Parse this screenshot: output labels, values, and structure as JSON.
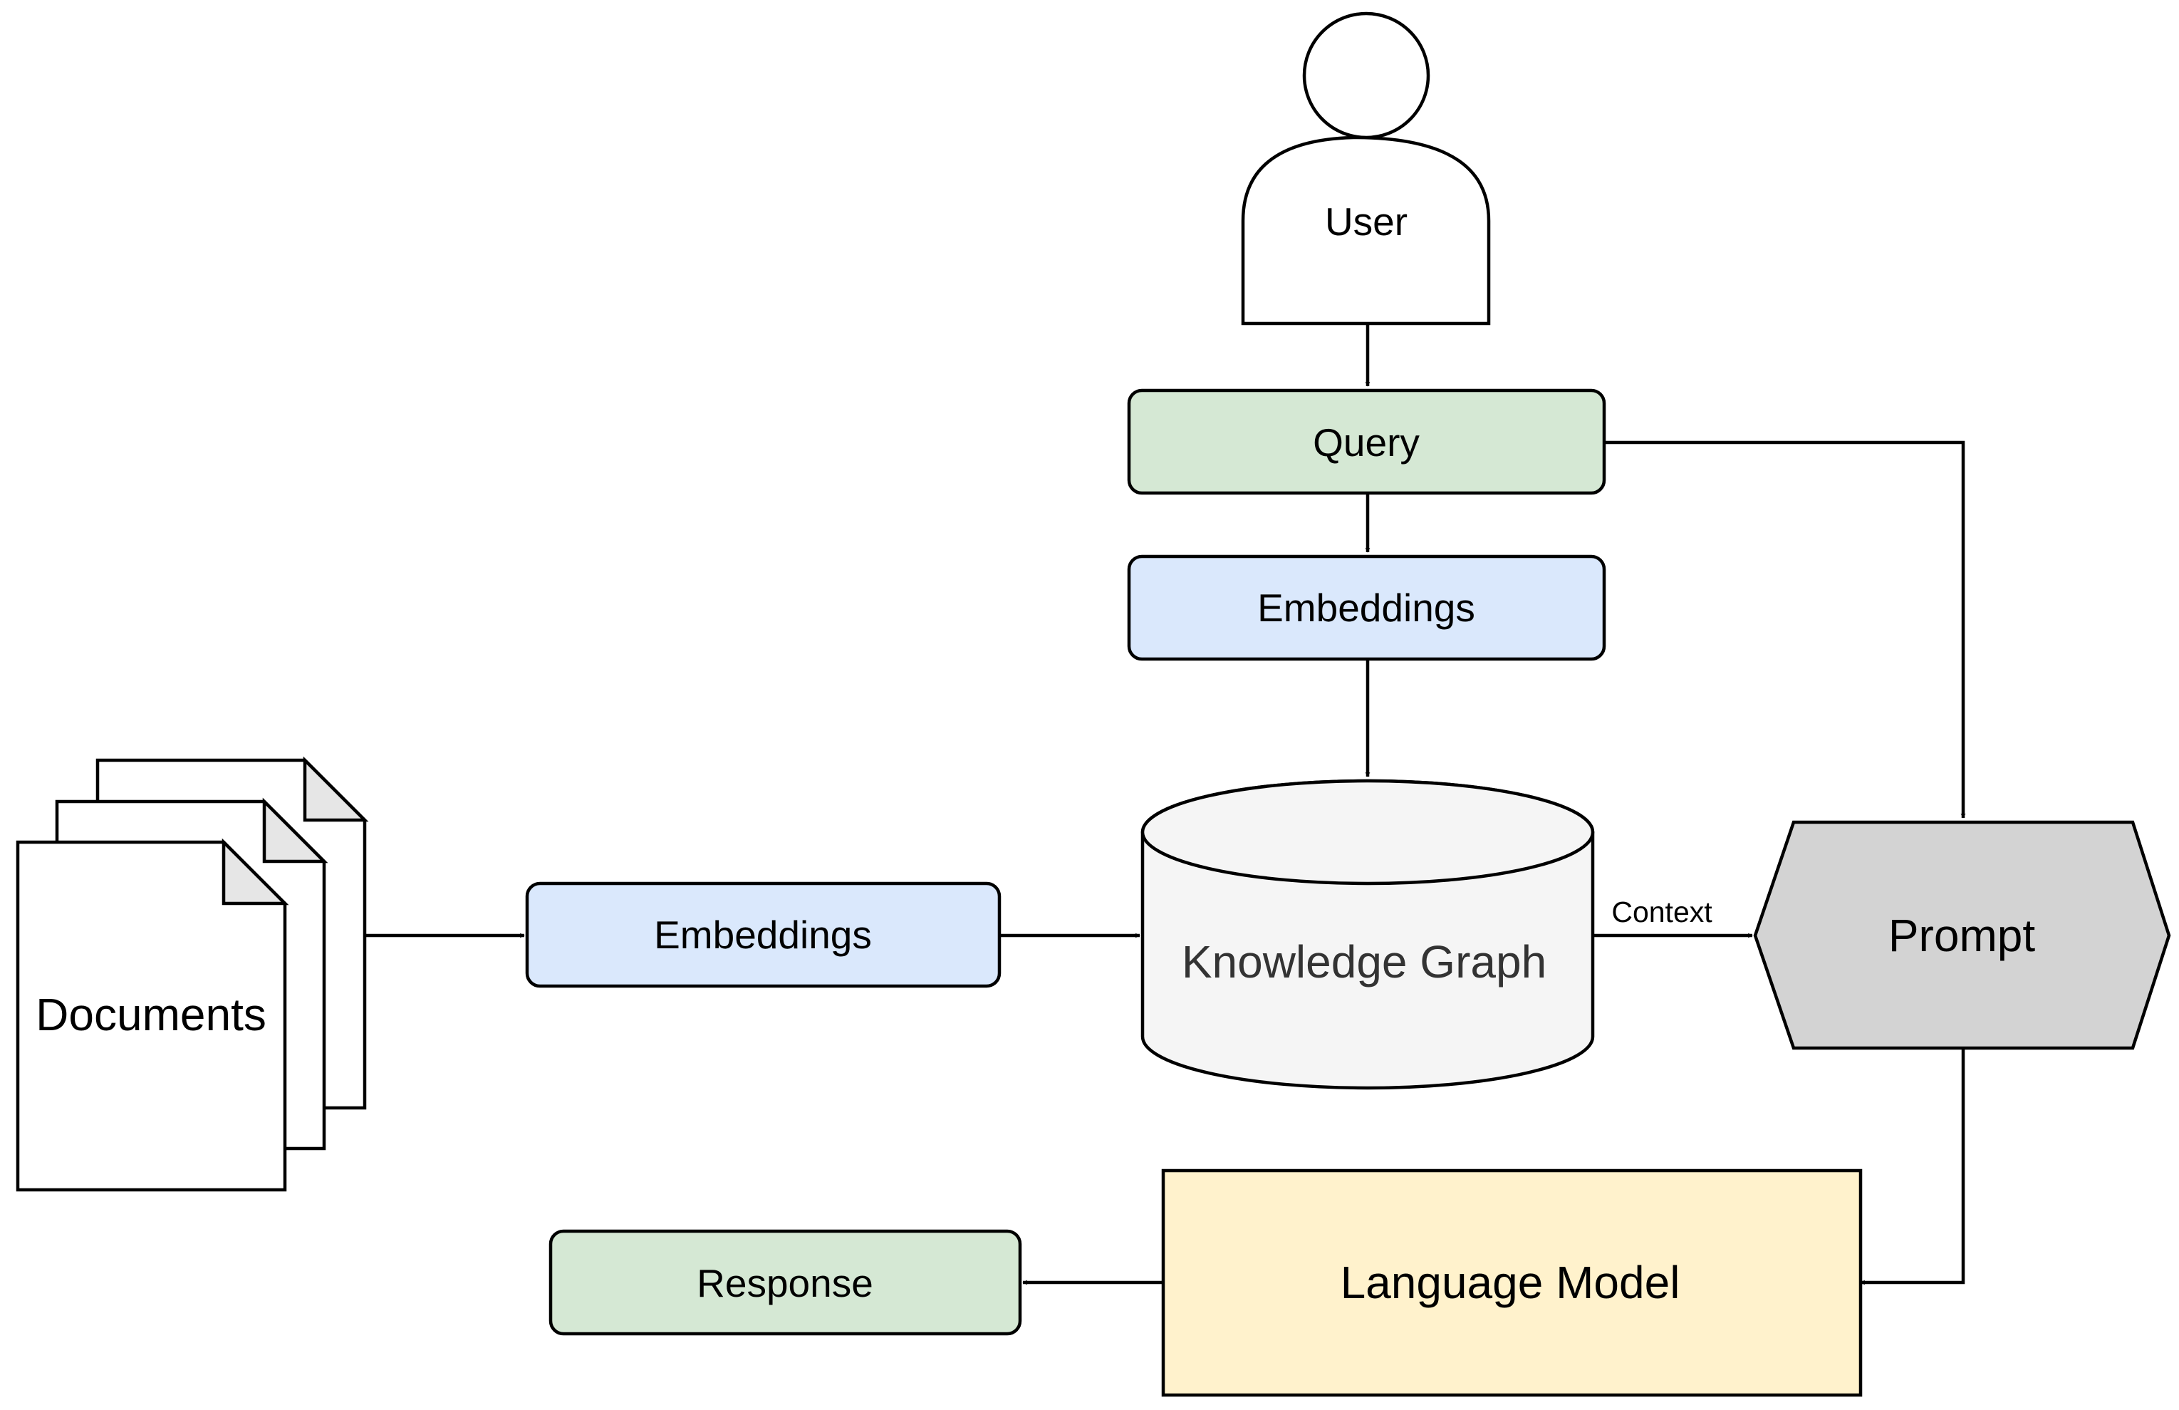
{
  "nodes": {
    "user": {
      "label": "User"
    },
    "query": {
      "label": "Query"
    },
    "query_embeddings": {
      "label": "Embeddings"
    },
    "documents": {
      "label": "Documents"
    },
    "doc_embeddings": {
      "label": "Embeddings"
    },
    "knowledge_graph": {
      "label": "Knowledge Graph"
    },
    "prompt": {
      "label": "Prompt"
    },
    "language_model": {
      "label": "Language Model"
    },
    "response": {
      "label": "Response"
    }
  },
  "edges": [
    {
      "from": "user",
      "to": "query",
      "label": ""
    },
    {
      "from": "query",
      "to": "query_embeddings",
      "label": ""
    },
    {
      "from": "query",
      "to": "prompt",
      "label": ""
    },
    {
      "from": "query_embeddings",
      "to": "knowledge_graph",
      "label": ""
    },
    {
      "from": "documents",
      "to": "doc_embeddings",
      "label": ""
    },
    {
      "from": "doc_embeddings",
      "to": "knowledge_graph",
      "label": ""
    },
    {
      "from": "knowledge_graph",
      "to": "prompt",
      "label": "Context"
    },
    {
      "from": "prompt",
      "to": "language_model",
      "label": ""
    },
    {
      "from": "language_model",
      "to": "response",
      "label": ""
    }
  ],
  "colors": {
    "query_fill": "#d5e8d4",
    "response_fill": "#d5e8d4",
    "embeddings_fill": "#dae8fc",
    "knowledge_graph_fill": "#f5f5f5",
    "knowledge_graph_text": "#333333",
    "prompt_fill": "#d3d3d3",
    "language_model_fill": "#fff2cc",
    "documents_fill": "#ffffff",
    "corner_fill": "#e6e6e6",
    "stroke": "#000000"
  }
}
